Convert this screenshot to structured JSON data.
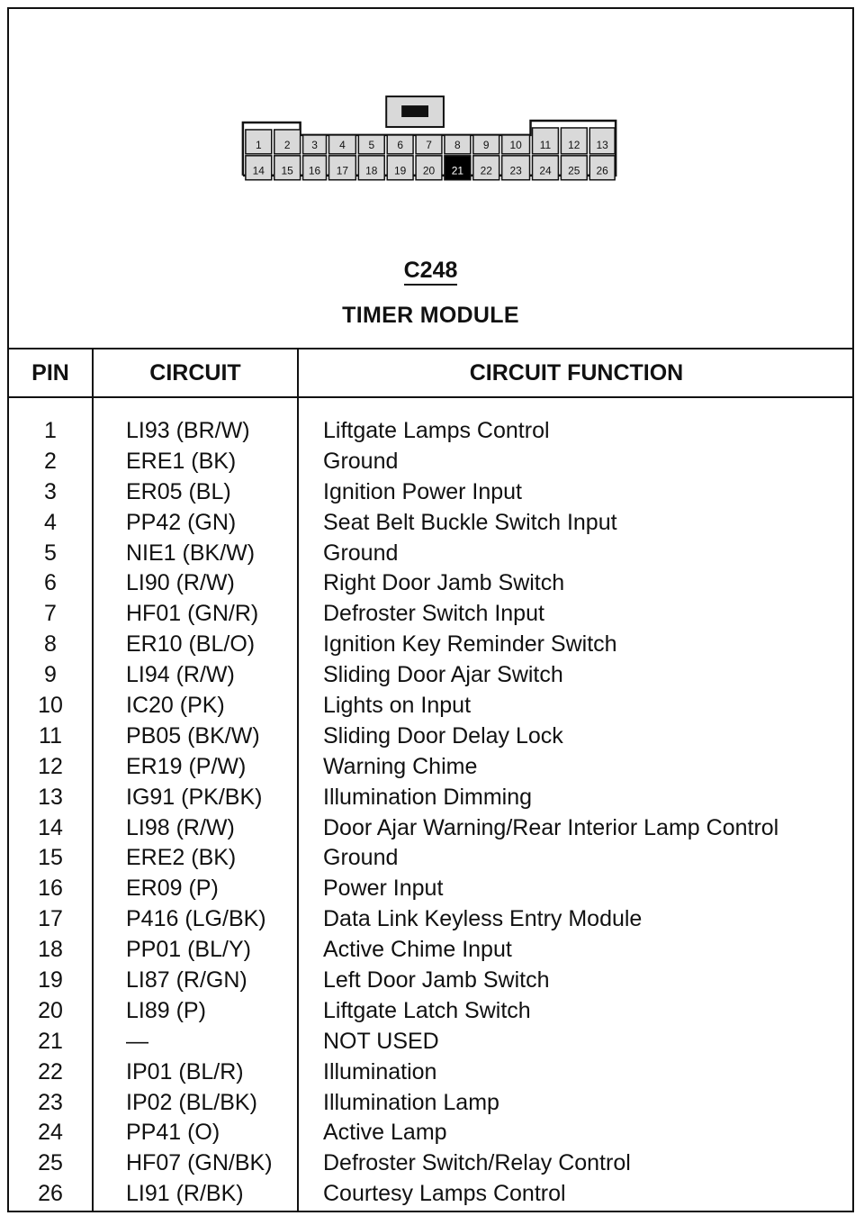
{
  "connector": {
    "id": "C248",
    "name": "TIMER MODULE",
    "top_row_pins": [
      "1",
      "2",
      "3",
      "4",
      "5",
      "6",
      "7",
      "8",
      "9",
      "10",
      "11",
      "12",
      "13"
    ],
    "bottom_row_pins": [
      "14",
      "15",
      "16",
      "17",
      "18",
      "19",
      "20",
      "21",
      "22",
      "23",
      "24",
      "25",
      "26"
    ],
    "colors": {
      "cavity": "#d9d9d9",
      "blocked": "#000000",
      "outline": "#111111"
    }
  },
  "table": {
    "headers": {
      "pin": "PIN",
      "circuit": "CIRCUIT",
      "function": "CIRCUIT FUNCTION"
    },
    "rows": [
      {
        "pin": "1",
        "circuit": "LI93 (BR/W)",
        "function": "Liftgate Lamps Control"
      },
      {
        "pin": "2",
        "circuit": "ERE1 (BK)",
        "function": "Ground"
      },
      {
        "pin": "3",
        "circuit": "ER05 (BL)",
        "function": "Ignition Power Input"
      },
      {
        "pin": "4",
        "circuit": "PP42 (GN)",
        "function": "Seat Belt Buckle Switch Input"
      },
      {
        "pin": "5",
        "circuit": "NIE1 (BK/W)",
        "function": "Ground"
      },
      {
        "pin": "6",
        "circuit": "LI90 (R/W)",
        "function": "Right Door Jamb Switch"
      },
      {
        "pin": "7",
        "circuit": "HF01 (GN/R)",
        "function": "Defroster Switch Input"
      },
      {
        "pin": "8",
        "circuit": "ER10 (BL/O)",
        "function": "Ignition Key Reminder Switch"
      },
      {
        "pin": "9",
        "circuit": "LI94 (R/W)",
        "function": "Sliding Door Ajar Switch"
      },
      {
        "pin": "10",
        "circuit": "IC20 (PK)",
        "function": "Lights on Input"
      },
      {
        "pin": "11",
        "circuit": "PB05 (BK/W)",
        "function": "Sliding Door Delay Lock"
      },
      {
        "pin": "12",
        "circuit": "ER19 (P/W)",
        "function": "Warning Chime"
      },
      {
        "pin": "13",
        "circuit": "IG91 (PK/BK)",
        "function": "Illumination Dimming"
      },
      {
        "pin": "14",
        "circuit": "LI98 (R/W)",
        "function": "Door Ajar Warning/Rear Interior Lamp Control"
      },
      {
        "pin": "15",
        "circuit": "ERE2 (BK)",
        "function": "Ground"
      },
      {
        "pin": "16",
        "circuit": "ER09 (P)",
        "function": "Power Input"
      },
      {
        "pin": "17",
        "circuit": "P416 (LG/BK)",
        "function": "Data Link Keyless Entry Module"
      },
      {
        "pin": "18",
        "circuit": "PP01 (BL/Y)",
        "function": "Active Chime Input"
      },
      {
        "pin": "19",
        "circuit": "LI87 (R/GN)",
        "function": "Left Door Jamb Switch"
      },
      {
        "pin": "20",
        "circuit": "LI89 (P)",
        "function": "Liftgate Latch Switch"
      },
      {
        "pin": "21",
        "circuit": "—",
        "function": "NOT USED"
      },
      {
        "pin": "22",
        "circuit": "IP01 (BL/R)",
        "function": "Illumination"
      },
      {
        "pin": "23",
        "circuit": "IP02 (BL/BK)",
        "function": "Illumination Lamp"
      },
      {
        "pin": "24",
        "circuit": "PP41 (O)",
        "function": "Active Lamp"
      },
      {
        "pin": "25",
        "circuit": "HF07 (GN/BK)",
        "function": "Defroster Switch/Relay Control"
      },
      {
        "pin": "26",
        "circuit": "LI91 (R/BK)",
        "function": "Courtesy Lamps Control"
      }
    ]
  }
}
